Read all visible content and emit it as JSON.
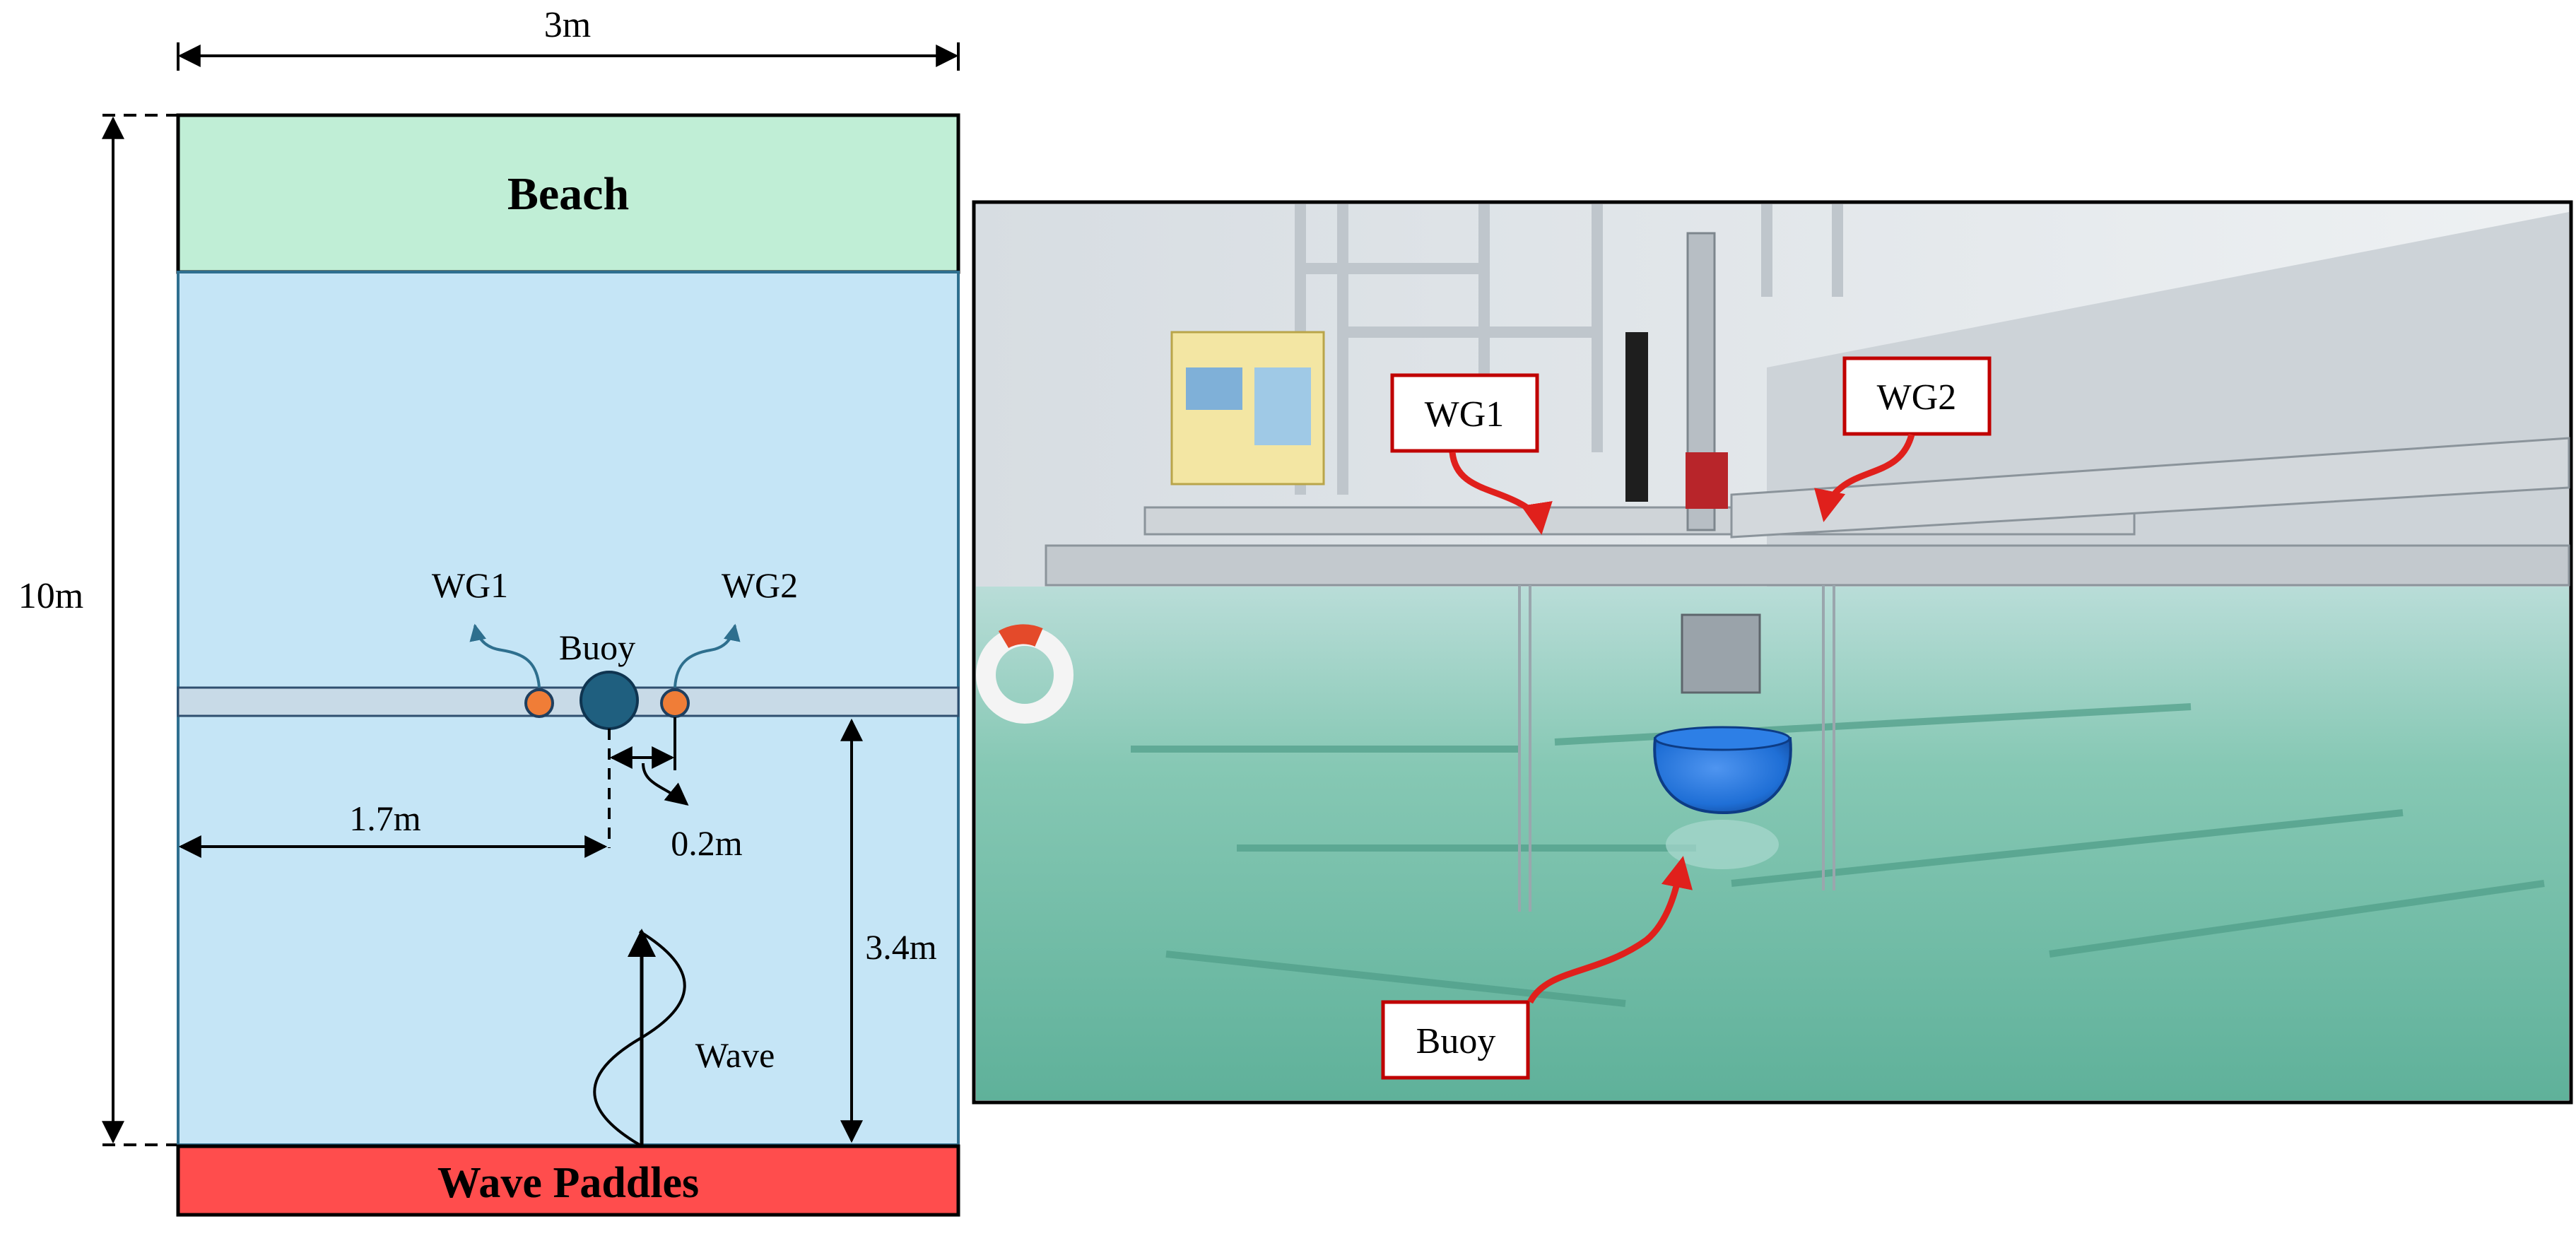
{
  "schematic": {
    "width_label": "3m",
    "length_label": "10m",
    "beach_label": "Beach",
    "paddles_label": "Wave Paddles",
    "wg1_label": "WG1",
    "wg2_label": "WG2",
    "buoy_label": "Buoy",
    "wave_label": "Wave",
    "dist_side_label": "1.7m",
    "dist_gauge_label": "0.2m",
    "dist_paddle_label": "3.4m",
    "colors": {
      "beach": "#c0eed6",
      "tank": "#c5e5f6",
      "paddles": "#ff4d4d",
      "bridge": "#c8dae7",
      "buoy": "#1f5f7f",
      "gauge": "#f07d37",
      "callout_arrow": "#2e6f8e"
    }
  },
  "photo": {
    "wg1_label": "WG1",
    "wg2_label": "WG2",
    "buoy_label": "Buoy",
    "colors": {
      "water": "#79c1ad",
      "buoy": "#1f6fd6",
      "arrow": "#e0201c",
      "callout_border": "#c00000"
    }
  }
}
